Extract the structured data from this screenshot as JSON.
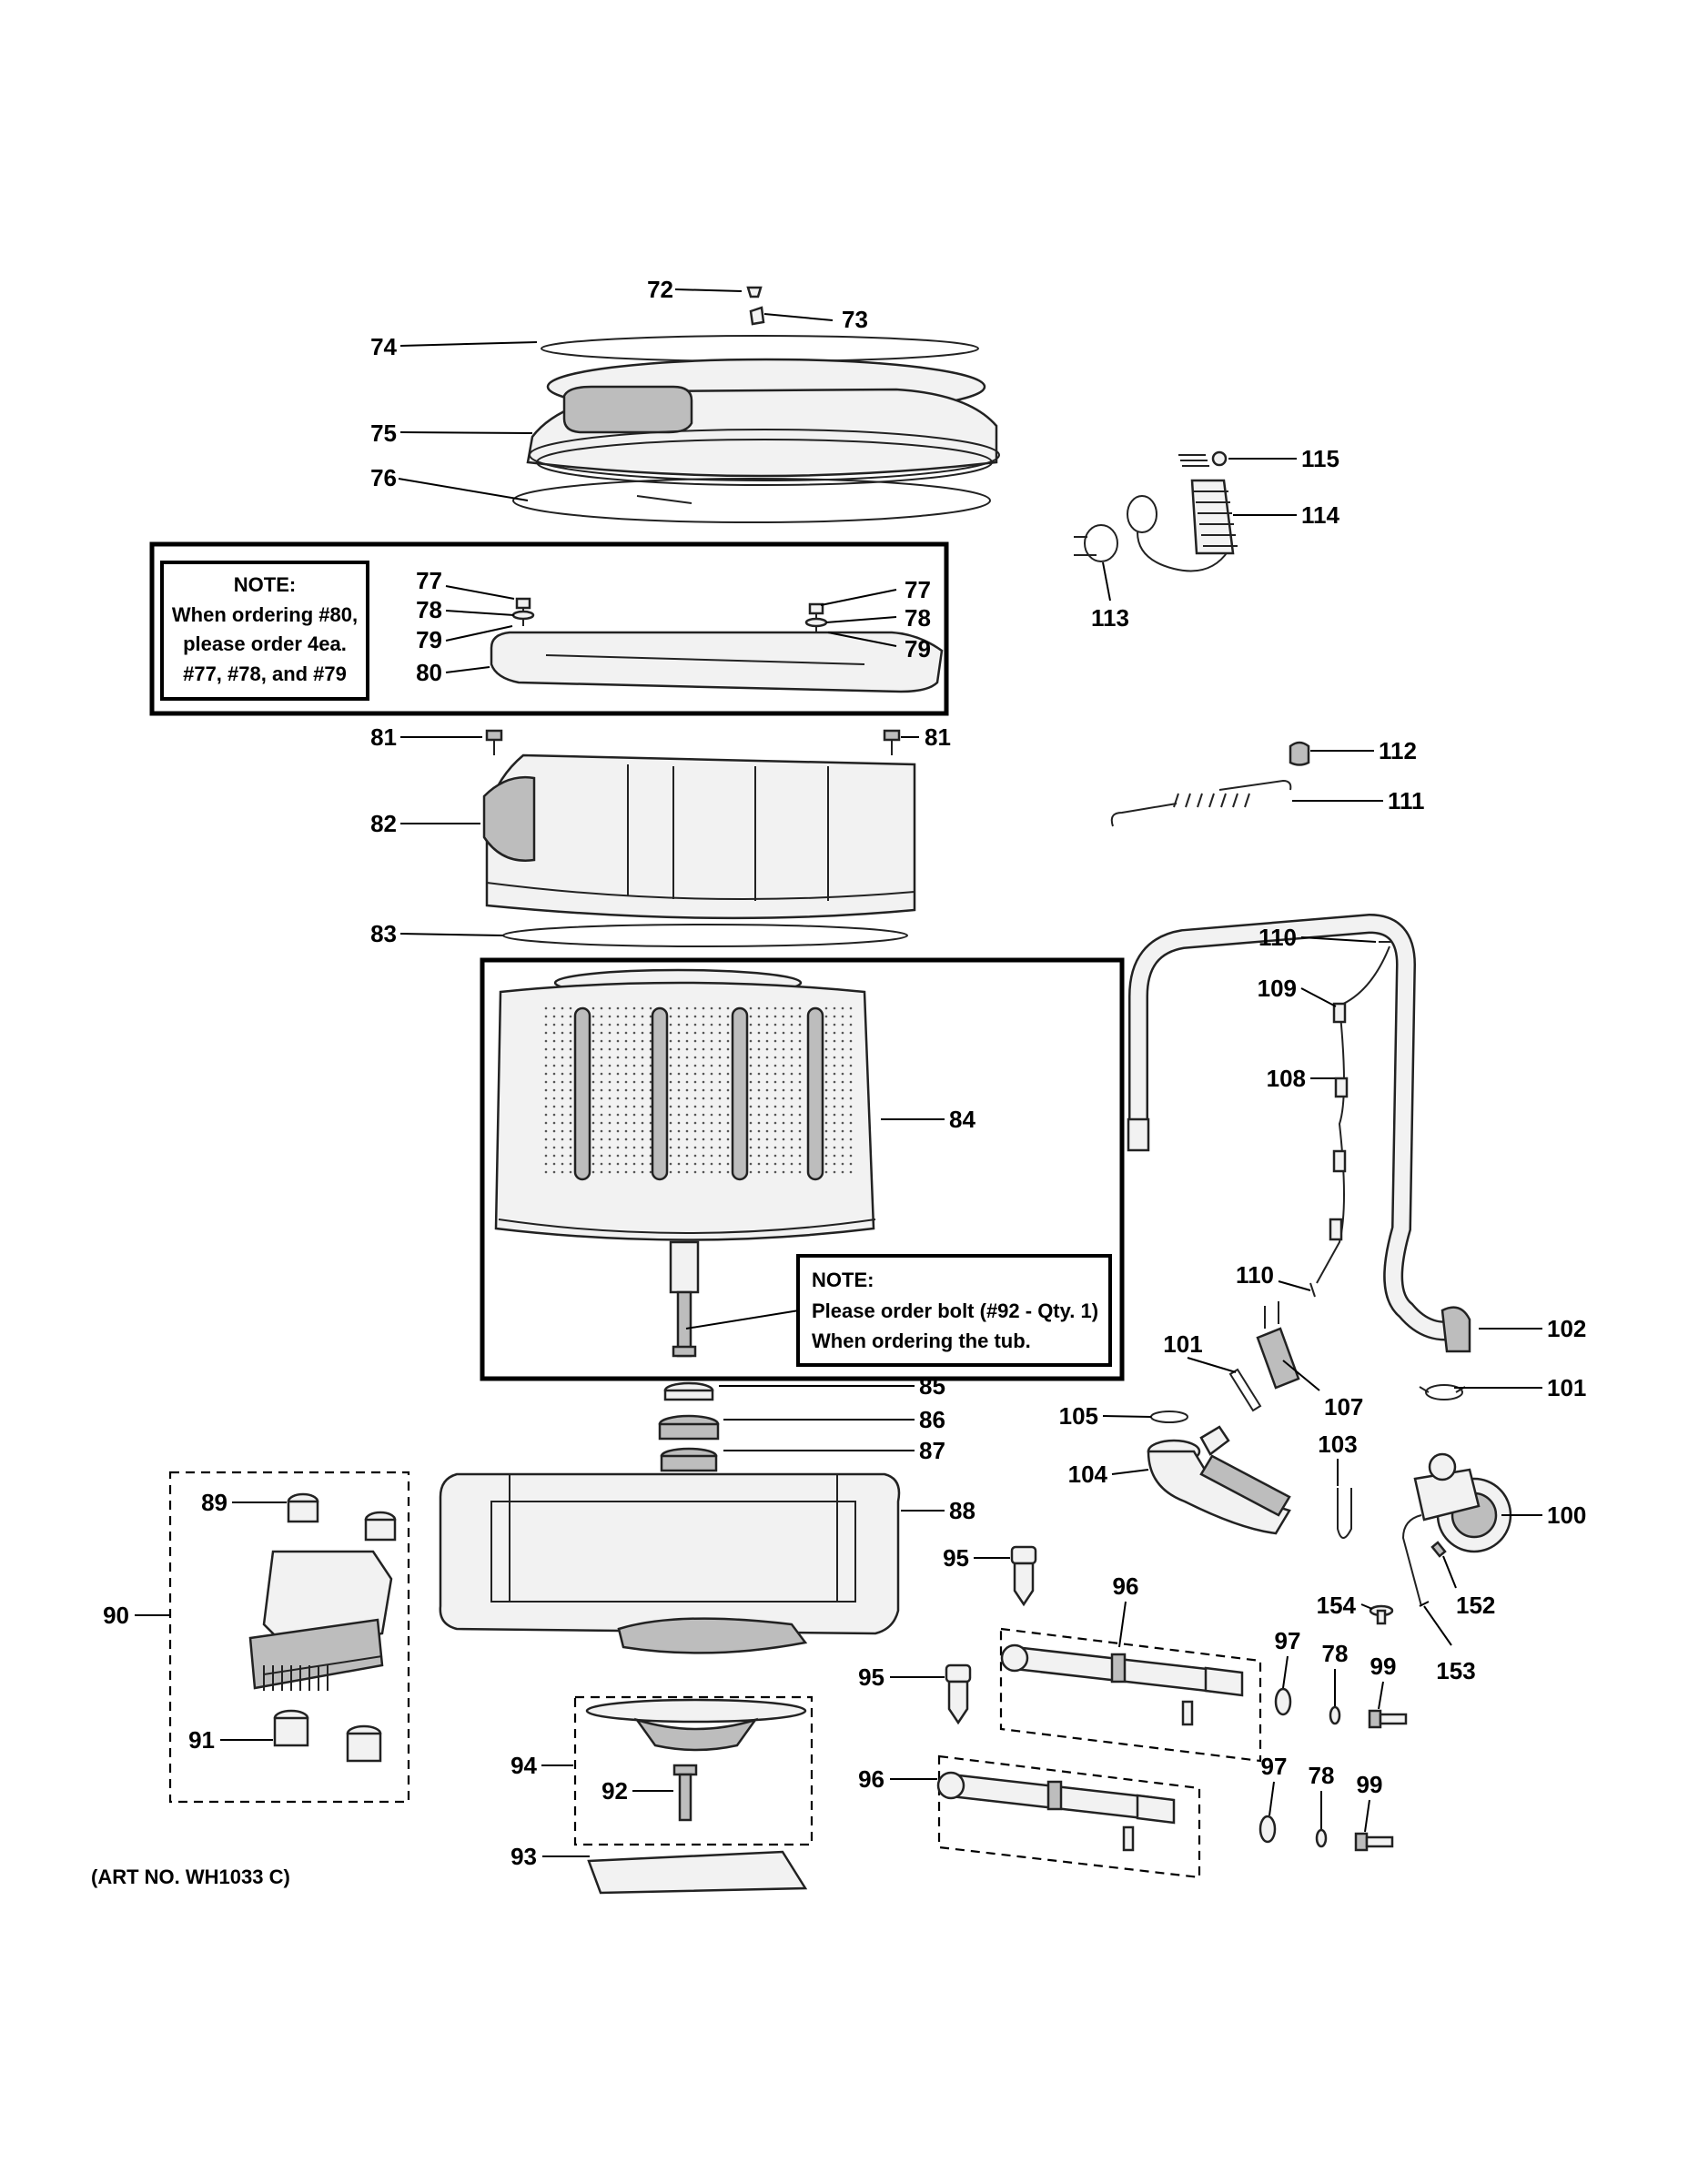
{
  "notes": {
    "bracket": {
      "heading": "NOTE:",
      "line1": "When ordering #80,",
      "line2": "please order 4ea.",
      "line3": "#77, #78, and #79"
    },
    "tub": {
      "heading": "NOTE:",
      "line1": "Please order bolt (#92 - Qty. 1)",
      "line2": "When ordering the tub."
    }
  },
  "art_number": "(ART NO. WH1033 C)",
  "callouts": {
    "c72": "72",
    "c73": "73",
    "c74": "74",
    "c75": "75",
    "c76": "76",
    "c77a": "77",
    "c78a": "78",
    "c79a": "79",
    "c80": "80",
    "c77b": "77",
    "c78b": "78",
    "c79b": "79",
    "c81a": "81",
    "c81b": "81",
    "c82": "82",
    "c83": "83",
    "c84": "84",
    "c85": "85",
    "c86": "86",
    "c87": "87",
    "c88": "88",
    "c89": "89",
    "c90": "90",
    "c91": "91",
    "c92": "92",
    "c93": "93",
    "c94": "94",
    "c95a": "95",
    "c95b": "95",
    "c96a": "96",
    "c96b": "96",
    "c97a": "97",
    "c97b": "97",
    "c78c": "78",
    "c78d": "78",
    "c99a": "99",
    "c99b": "99",
    "c100": "100",
    "c101a": "101",
    "c101b": "101",
    "c102": "102",
    "c103": "103",
    "c104": "104",
    "c105": "105",
    "c107": "107",
    "c108": "108",
    "c109": "109",
    "c110a": "110",
    "c110b": "110",
    "c111": "111",
    "c112": "112",
    "c113": "113",
    "c114": "114",
    "c115": "115",
    "c152": "152",
    "c153": "153",
    "c154": "154"
  }
}
